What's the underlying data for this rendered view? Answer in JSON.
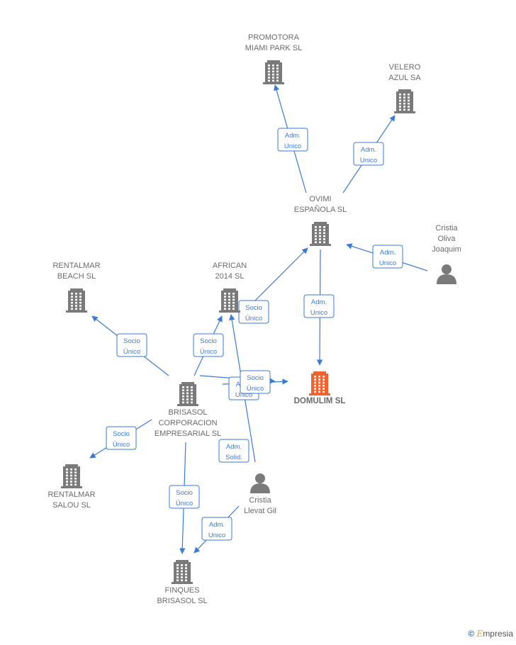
{
  "nodes": [
    {
      "id": "promotora",
      "kind": "company",
      "lines": [
        "PROMOTORA",
        "MIAMI PARK SL"
      ]
    },
    {
      "id": "velero",
      "kind": "company",
      "lines": [
        "VELERO",
        "AZUL SA"
      ]
    },
    {
      "id": "ovimi",
      "kind": "company",
      "lines": [
        "OVIMI",
        "ESPAÑOLA SL"
      ]
    },
    {
      "id": "cristia_oliva",
      "kind": "person",
      "lines": [
        "Cristia",
        "Oliva",
        "Joaquim"
      ]
    },
    {
      "id": "rentalmar_beach",
      "kind": "company",
      "lines": [
        "RENTALMAR",
        "BEACH  SL"
      ]
    },
    {
      "id": "african",
      "kind": "company",
      "lines": [
        "AFRICAN",
        "2014  SL"
      ]
    },
    {
      "id": "domulim",
      "kind": "company",
      "main": true,
      "lines": [
        "DOMULIM  SL"
      ]
    },
    {
      "id": "brisasol",
      "kind": "company",
      "lines": [
        "BRISASOL",
        "CORPORACION",
        "EMPRESARIAL SL"
      ]
    },
    {
      "id": "rentalmar_salou",
      "kind": "company",
      "lines": [
        "RENTALMAR",
        "SALOU  SL"
      ]
    },
    {
      "id": "cristia_llevat",
      "kind": "person",
      "lines": [
        "Cristia",
        "Llevat Gil"
      ]
    },
    {
      "id": "finques",
      "kind": "company",
      "lines": [
        "FINQUES",
        "BRISASOL  SL"
      ]
    }
  ],
  "edges": [
    {
      "from": "ovimi",
      "to": "promotora",
      "label": [
        "Adm.",
        "Unico"
      ]
    },
    {
      "from": "ovimi",
      "to": "velero",
      "label": [
        "Adm.",
        "Unico"
      ]
    },
    {
      "from": "cristia_oliva",
      "to": "ovimi",
      "label": [
        "Adm.",
        "Unico"
      ]
    },
    {
      "from": "ovimi",
      "to": "domulim",
      "label": [
        "Adm.",
        "Unico"
      ]
    },
    {
      "from": "african",
      "to": "ovimi",
      "label": [
        "Socio",
        "Único"
      ]
    },
    {
      "from": "brisasol",
      "to": "rentalmar_beach",
      "label": [
        "Socio",
        "Único"
      ]
    },
    {
      "from": "brisasol",
      "to": "african",
      "label": [
        "Socio",
        "Único"
      ]
    },
    {
      "from": "brisasol",
      "to": "domulim",
      "label": [
        "Adm.",
        "Unico"
      ]
    },
    {
      "from": "brisasol",
      "to": "domulim",
      "label": [
        "Socio",
        "Único"
      ]
    },
    {
      "from": "brisasol",
      "to": "rentalmar_salou",
      "label": [
        "Socio",
        "Único"
      ]
    },
    {
      "from": "cristia_llevat",
      "to": "african",
      "label": [
        "Adm.",
        "Solid."
      ]
    },
    {
      "from": "brisasol",
      "to": "finques",
      "label": [
        "Socio",
        "Único"
      ]
    },
    {
      "from": "cristia_llevat",
      "to": "finques",
      "label": [
        "Adm.",
        "Unico"
      ]
    }
  ],
  "colors": {
    "company": "#7a7a7a",
    "main_company": "#f0622f",
    "person": "#7a7a7a",
    "edge": "#3a7bd5"
  },
  "watermark": {
    "symbol": "©",
    "brand_initial": "E",
    "brand_rest": "mpresia"
  }
}
